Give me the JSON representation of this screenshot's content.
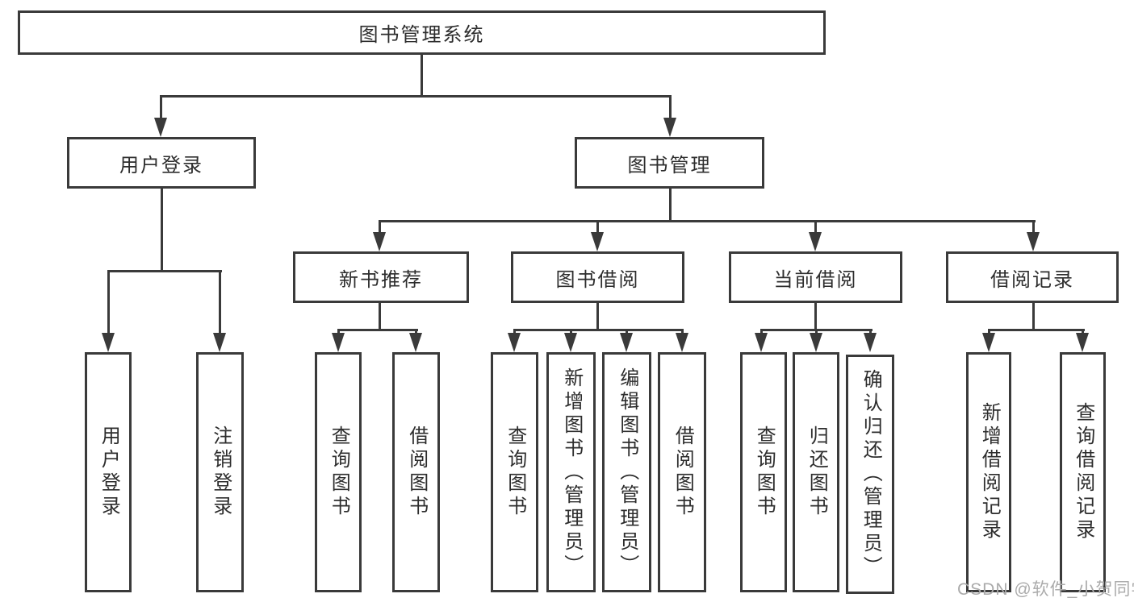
{
  "colors": {
    "line": "#3a3a3a",
    "text": "#2d2d2d",
    "background": "#ffffff",
    "watermark": "#ababab"
  },
  "watermark": {
    "text": "CSDN @软件_小贺同学"
  },
  "chart_data": {
    "type": "tree-diagram",
    "title": "图书管理系统"
  },
  "tree": {
    "root": "图书管理系统",
    "groups": [
      {
        "label": "用户登录",
        "children": [
          "用户登录",
          "注销登录"
        ]
      },
      {
        "label": "图书管理",
        "subgroups": [
          {
            "label": "新书推荐",
            "children": [
              "查询图书",
              "借阅图书"
            ]
          },
          {
            "label": "图书借阅",
            "children": [
              "查询图书",
              "新增图书（管理员）",
              "编辑图书（管理员）",
              "借阅图书"
            ]
          },
          {
            "label": "当前借阅",
            "children": [
              "查询图书",
              "归还图书",
              "确认归还（管理员）"
            ]
          },
          {
            "label": "借阅记录",
            "children": [
              "新增借阅记录",
              "查询借阅记录"
            ]
          }
        ]
      }
    ]
  }
}
